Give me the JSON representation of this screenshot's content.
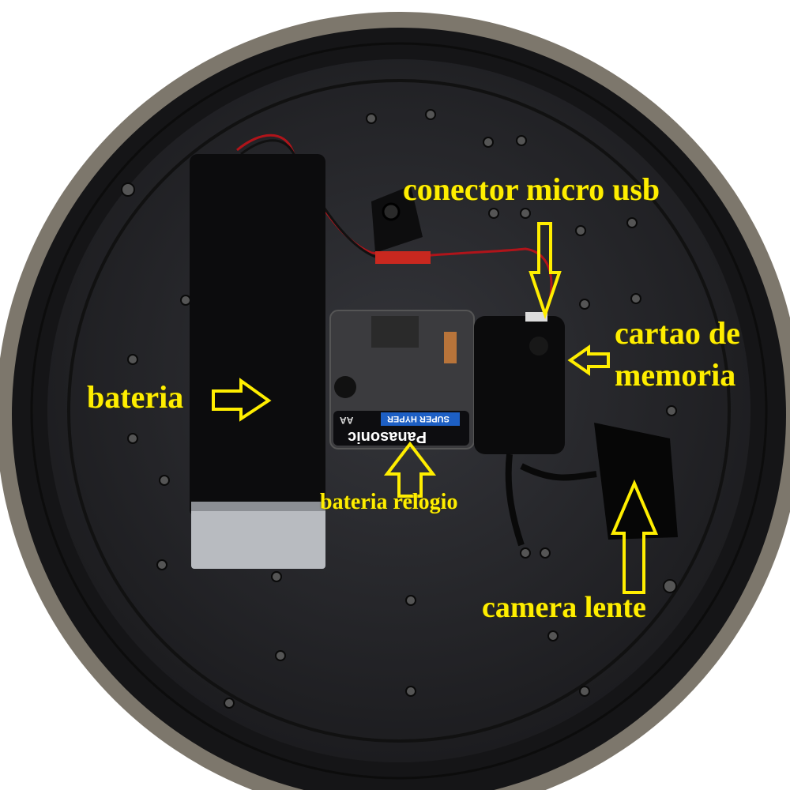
{
  "labels": {
    "usb_connector": "conector micro usb",
    "memory_card_line1": "cartao de",
    "memory_card_line2": "memoria",
    "battery": "bateria",
    "clock_battery": "bateria relogio",
    "camera_lens": "camera lente"
  },
  "aa_battery": {
    "brand": "Panasonic",
    "size": "AA",
    "line": "SUPER HYPER"
  },
  "colors": {
    "annotation": "#ffee00",
    "case": "#232326",
    "rim": "#8a8378"
  }
}
